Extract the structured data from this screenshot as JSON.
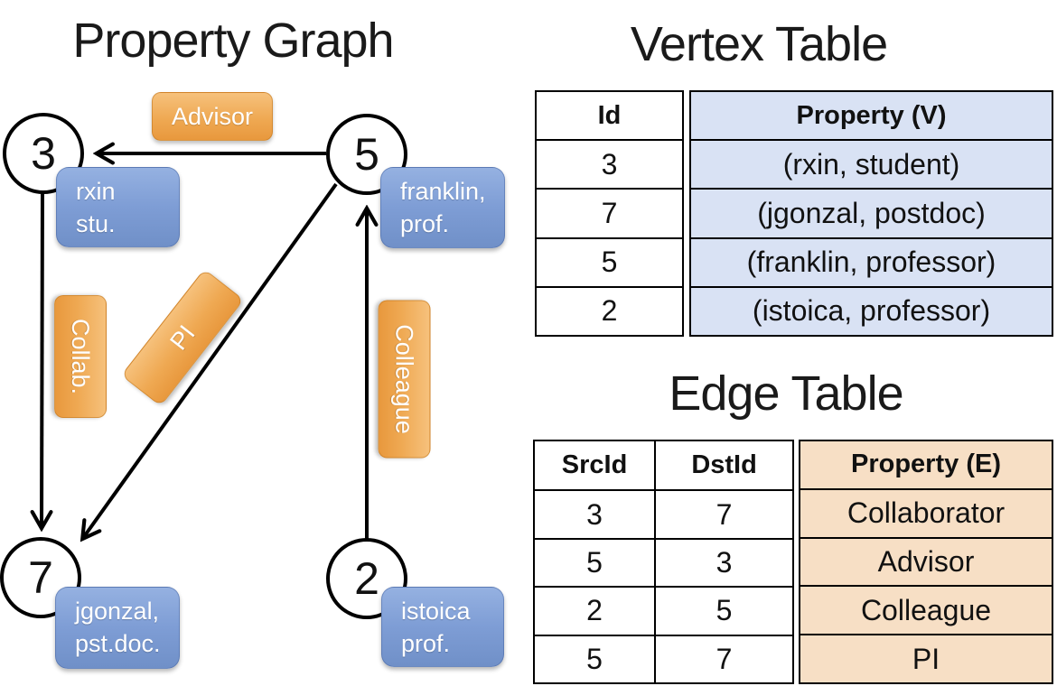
{
  "graph": {
    "title": "Property Graph",
    "nodes": {
      "n3": "3",
      "n5": "5",
      "n7": "7",
      "n2": "2"
    },
    "edge_labels": {
      "advisor": "Advisor",
      "collab": "Collab.",
      "pi": "PI",
      "colleague": "Colleague"
    },
    "vertex_cards": {
      "rxin": {
        "line1": "rxin",
        "line2": "stu."
      },
      "franklin": {
        "line1": "franklin,",
        "line2": "prof."
      },
      "jgonzal": {
        "line1": "jgonzal,",
        "line2": "pst.doc."
      },
      "istoica": {
        "line1": "istoica",
        "line2": "prof."
      }
    }
  },
  "vertex_table": {
    "title": "Vertex Table",
    "headers": {
      "id": "Id",
      "property": "Property (V)"
    },
    "rows": [
      {
        "id": "3",
        "property": "(rxin, student)"
      },
      {
        "id": "7",
        "property": "(jgonzal, postdoc)"
      },
      {
        "id": "5",
        "property": "(franklin, professor)"
      },
      {
        "id": "2",
        "property": "(istoica, professor)"
      }
    ]
  },
  "edge_table": {
    "title": "Edge Table",
    "headers": {
      "src": "SrcId",
      "dst": "DstId",
      "property": "Property (E)"
    },
    "rows": [
      {
        "src": "3",
        "dst": "7",
        "property": "Collaborator"
      },
      {
        "src": "5",
        "dst": "3",
        "property": "Advisor"
      },
      {
        "src": "2",
        "dst": "5",
        "property": "Colleague"
      },
      {
        "src": "5",
        "dst": "7",
        "property": "PI"
      }
    ]
  },
  "colors": {
    "vertex_fill": "#d9e2f4",
    "edge_fill": "#f7dfc5",
    "node_box_blue": "#7e9dd5",
    "label_box_orange": "#efa953",
    "line_black": "#000000"
  }
}
